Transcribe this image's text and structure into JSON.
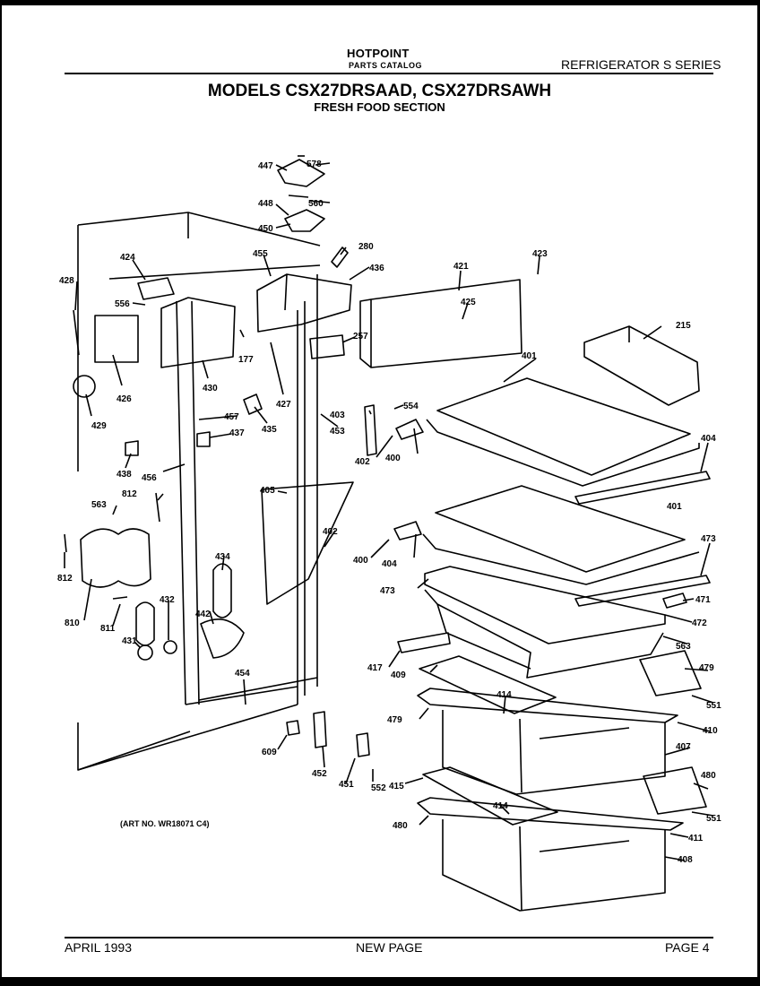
{
  "header": {
    "brand": "HOTPOINT",
    "catalog": "PARTS CATALOG",
    "series": "REFRIGERATOR  S  SERIES",
    "title": "MODELS CSX27DRSAAD, CSX27DRSAWH",
    "subtitle": "FRESH FOOD SECTION"
  },
  "art_number": "(ART NO. WR18071 C4)",
  "footer": {
    "date": "APRIL 1993",
    "page_status": "NEW PAGE",
    "page": "PAGE 4"
  },
  "callouts": [
    "578",
    "447",
    "448",
    "560",
    "450",
    "280",
    "455",
    "436",
    "421",
    "423",
    "424",
    "428",
    "556",
    "425",
    "215",
    "401",
    "257",
    "177",
    "430",
    "426",
    "427",
    "429",
    "435",
    "403",
    "554",
    "453",
    "457",
    "437",
    "438",
    "456",
    "402",
    "400",
    "404",
    "812",
    "563",
    "405",
    "401",
    "402",
    "400",
    "404",
    "473",
    "473",
    "471",
    "472",
    "563",
    "434",
    "432",
    "442",
    "810",
    "811",
    "431",
    "417",
    "409",
    "479",
    "414",
    "454",
    "479",
    "551",
    "410",
    "407",
    "609",
    "452",
    "451",
    "552",
    "415",
    "480",
    "414",
    "551",
    "480",
    "411",
    "408",
    "812"
  ]
}
